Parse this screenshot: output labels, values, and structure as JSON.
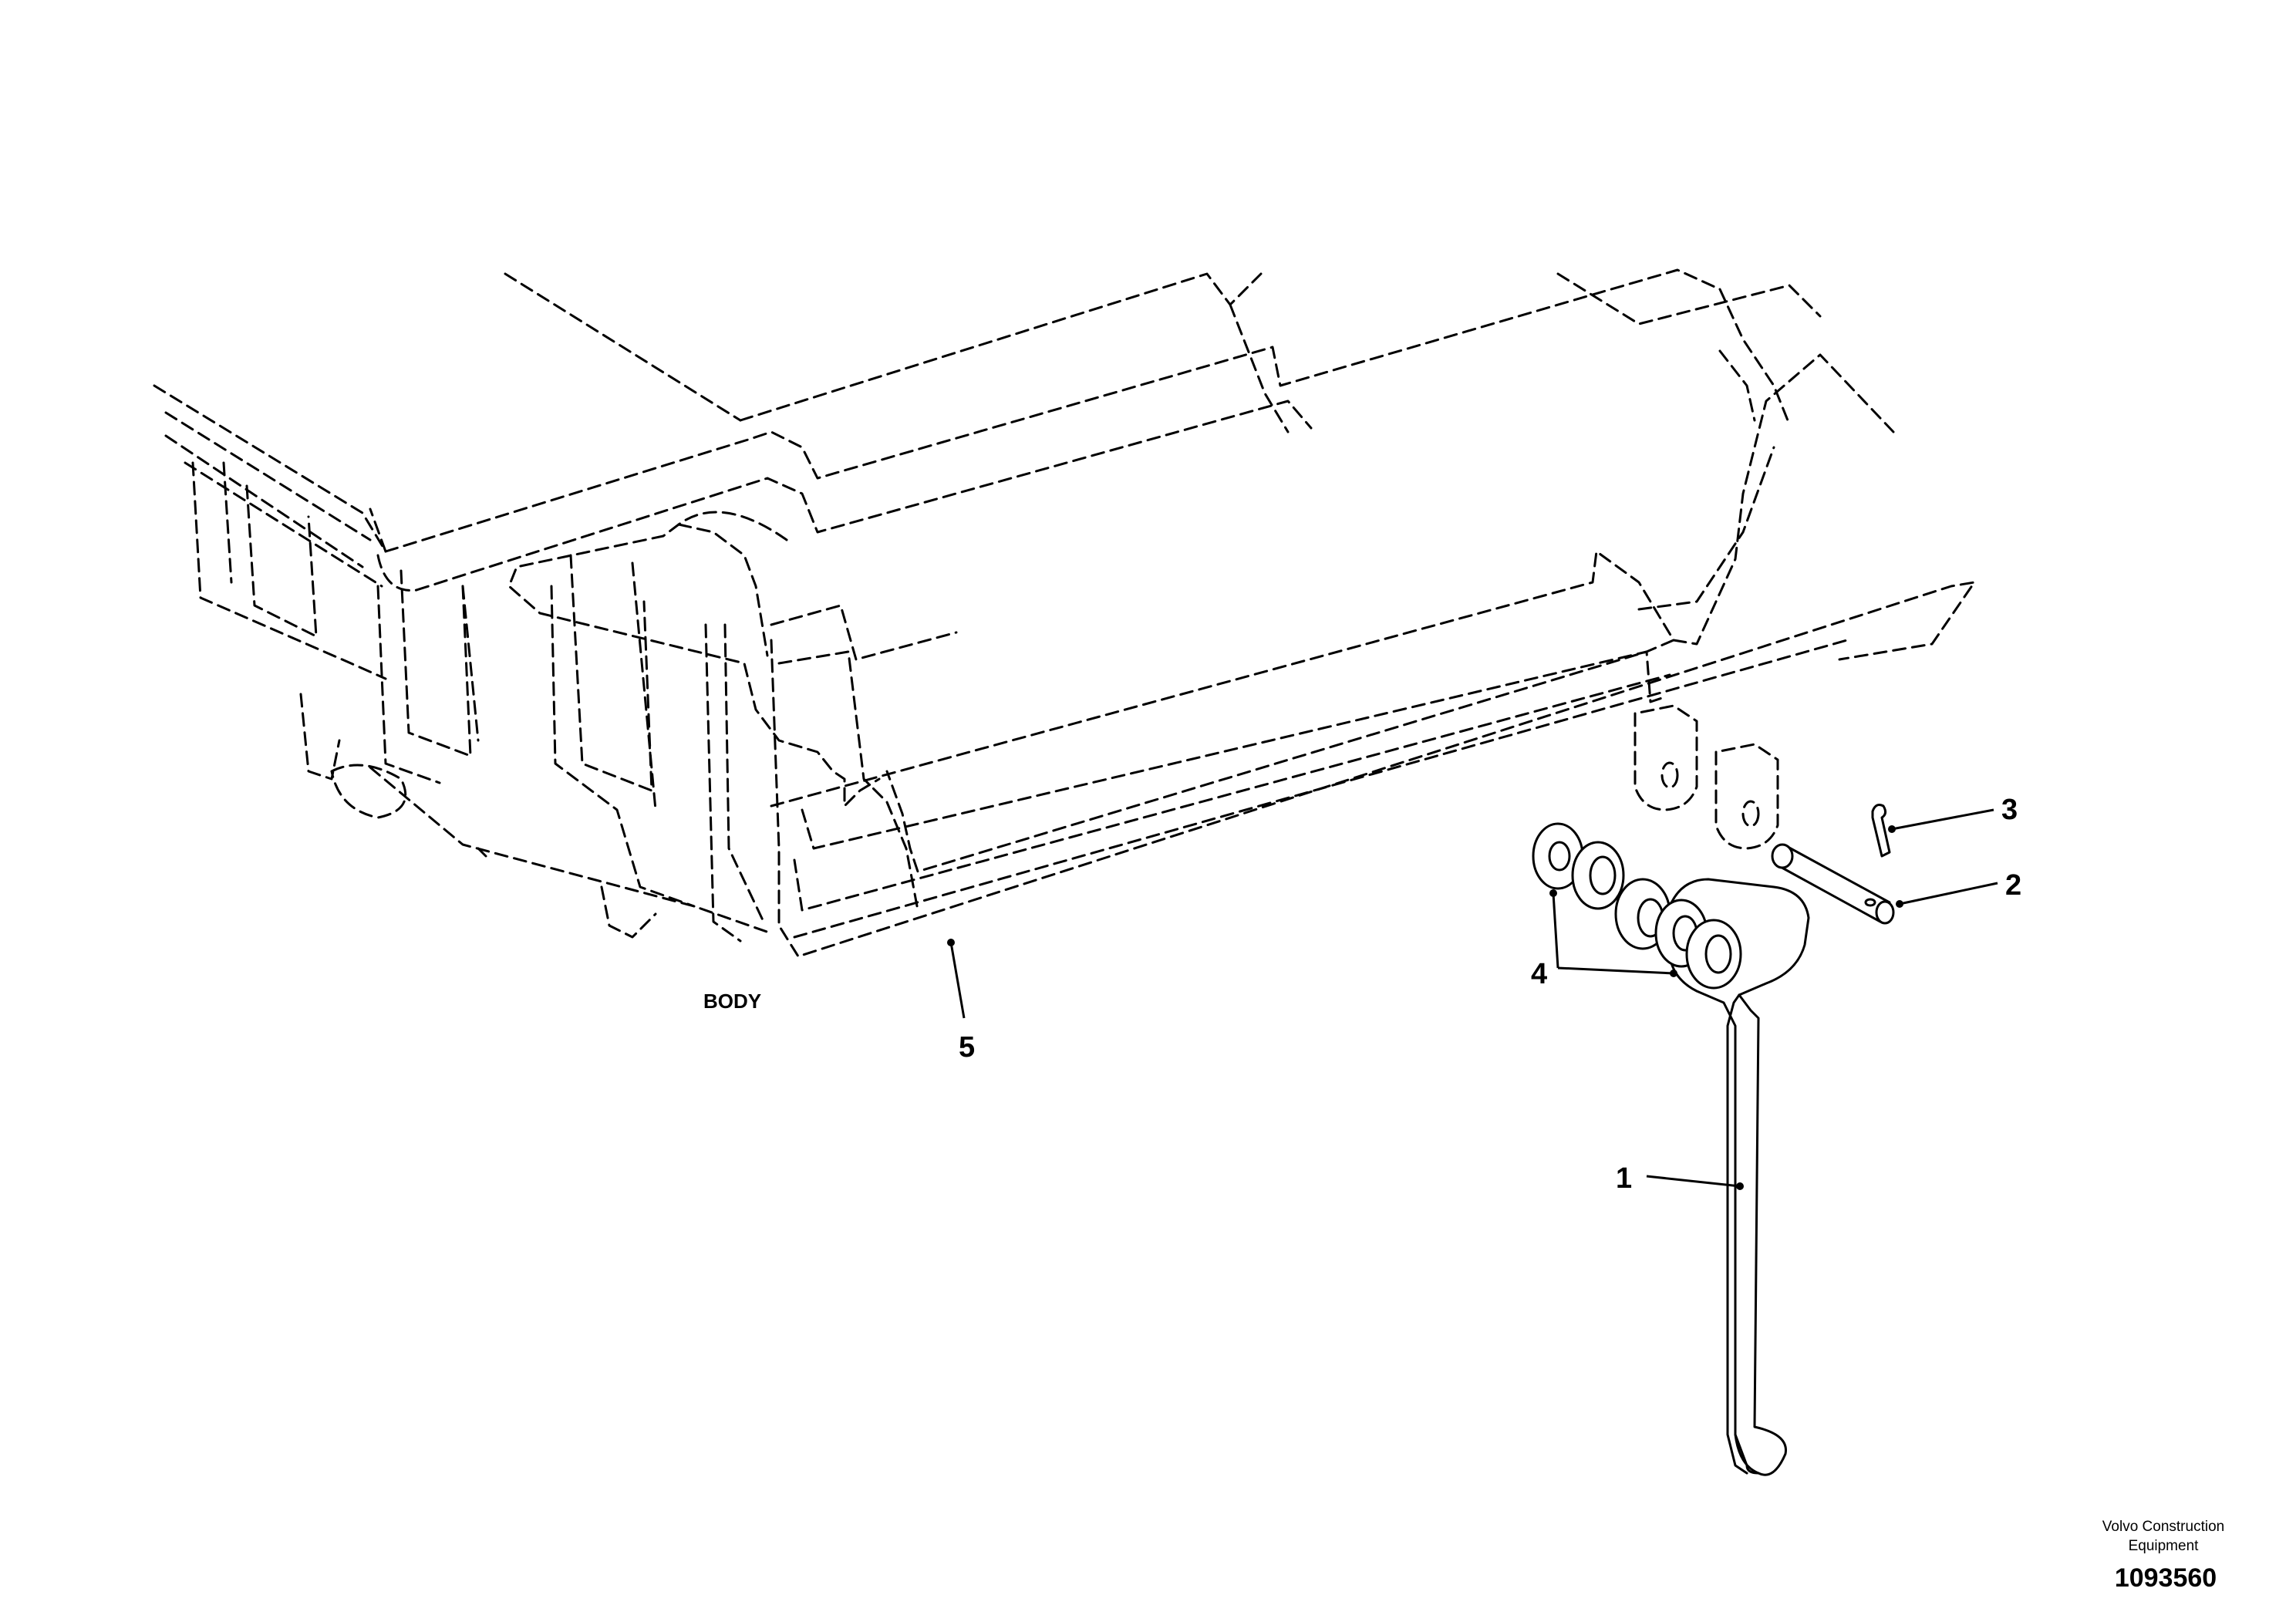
{
  "labels": {
    "body": "BODY",
    "callouts": [
      "1",
      "2",
      "3",
      "4",
      "5"
    ]
  },
  "footer": {
    "brand_line1": "Volvo Construction",
    "brand_line2": "Equipment",
    "document_number": "1093560"
  },
  "colors": {
    "line": "#000000",
    "background": "#ffffff"
  }
}
